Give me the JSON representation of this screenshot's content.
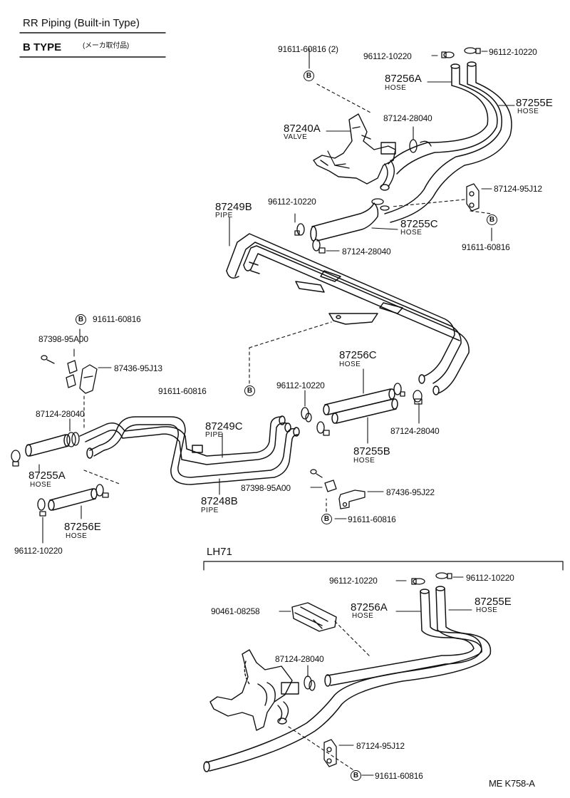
{
  "header": {
    "title": "RR Piping (Built-in Type)",
    "type_label": "B  TYPE",
    "type_note": "(メーカ取付品)"
  },
  "bolt_marker": "B",
  "section_label": "LH71",
  "footer_code": "ME  K758-A",
  "labels": {
    "p91611_60816_2": "91611-60816 (2)",
    "p96112_tl": "96112-10220",
    "p96112_tr": "96112-10220",
    "p87256A": "87256A",
    "hose1": "HOSE",
    "p87255E": "87255E",
    "hose2": "HOSE",
    "p87240A": "87240A",
    "valve": "VALVE",
    "p87124_28040_a": "87124-28040",
    "p87124_95J12_a": "87124-95J12",
    "p96112_mid": "96112-10220",
    "p87255C": "87255C",
    "hose3": "HOSE",
    "p87249B": "87249B",
    "pipe1": "PIPE",
    "p87124_28040_b": "87124-28040",
    "p91611_60816_r": "91611-60816",
    "p91611_60816_l": "91611-60816",
    "p87398_95A00_a": "87398-95A00",
    "p87436_95J13": "87436-95J13",
    "p87256C": "87256C",
    "hose4": "HOSE",
    "p91611_60816_m": "91611-60816",
    "p96112_c": "96112-10220",
    "p87124_28040_c": "87124-28040",
    "p87124_28040_d": "87124-28040",
    "p87249C": "87249C",
    "pipe2": "PIPE",
    "p87255A": "87255A",
    "hose5": "HOSE",
    "p87255B": "87255B",
    "hose6": "HOSE",
    "p87398_95A00_b": "87398-95A00",
    "p87436_95J22": "87436-95J22",
    "p87248B": "87248B",
    "pipe3": "PIPE",
    "p91611_60816_c": "91611-60816",
    "p87256E": "87256E",
    "hose7": "HOSE",
    "p96112_bl": "96112-10220",
    "p96112_lh_l": "96112-10220",
    "p96112_lh_r": "96112-10220",
    "p90461_08258": "90461-08258",
    "p87256A_lh": "87256A",
    "hose8": "HOSE",
    "p87255E_lh": "87255E",
    "hose9": "HOSE",
    "p87124_28040_lh": "87124-28040",
    "p87124_95J12_lh": "87124-95J12",
    "p91611_60816_lh": "91611-60816"
  }
}
